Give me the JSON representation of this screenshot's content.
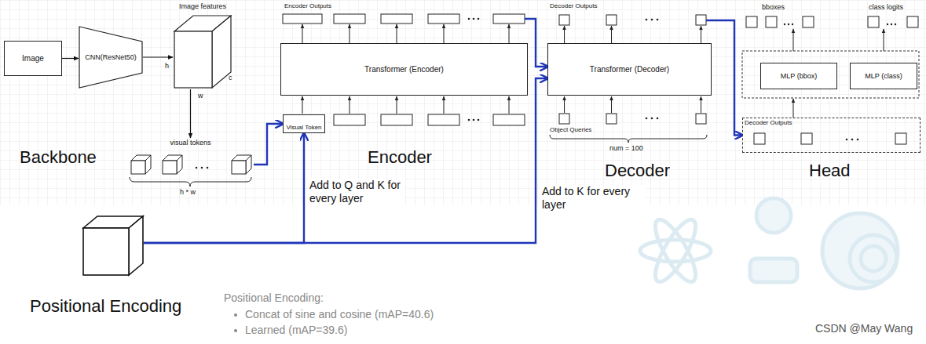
{
  "diagram": {
    "nodes": [
      {
        "text": [
          "Image"
        ]
      },
      {
        "text": [
          "CNN(ResNet50)"
        ]
      },
      {
        "text": [
          "Image features"
        ]
      },
      {
        "text": [
          "visual tokens"
        ]
      },
      {
        "text": [
          "Transformer (Encoder)"
        ]
      },
      {
        "text": [
          "Encoder Outputs"
        ]
      },
      {
        "text": [
          "Visual Token"
        ]
      },
      {
        "text": [
          "Transformer (Decoder)"
        ]
      },
      {
        "text": [
          "Decoder Outputs"
        ]
      },
      {
        "text": [
          "MLP (bbox)"
        ]
      },
      {
        "text": [
          "MLP (class)"
        ]
      },
      {
        "text": [
          "Decoder Outputs"
        ]
      },
      {
        "text": [
          "Positional Encoding"
        ]
      }
    ],
    "edges": [
      {
        "from": 0,
        "to": 1,
        "arrow": "to"
      },
      {
        "from": 1,
        "to": 2,
        "arrow": "to"
      },
      {
        "from": 2,
        "to": 3,
        "arrow": "to"
      },
      {
        "from": 3,
        "to": 6,
        "arrow": "to"
      },
      {
        "from": 5,
        "to": 7,
        "arrow": "to"
      },
      {
        "from": 8,
        "to": 11,
        "arrow": "to"
      },
      {
        "from": 12,
        "to": 6,
        "label": "Add to Q and K for every layer",
        "arrow": "to"
      },
      {
        "from": 12,
        "to": 7,
        "label": "Add to K for every layer",
        "arrow": "to"
      }
    ],
    "labels": [
      "Backbone",
      "h",
      "w",
      "c",
      "h * w",
      "Encoder",
      "Decoder",
      "Object Queries",
      "num = 100",
      "bboxes",
      "class logits",
      "Head",
      "Positional Encoding:",
      "Concat of sine and cosine (mAP=40.6)",
      "Learned (mAP=39.6)",
      "CSDN @May Wang"
    ]
  }
}
